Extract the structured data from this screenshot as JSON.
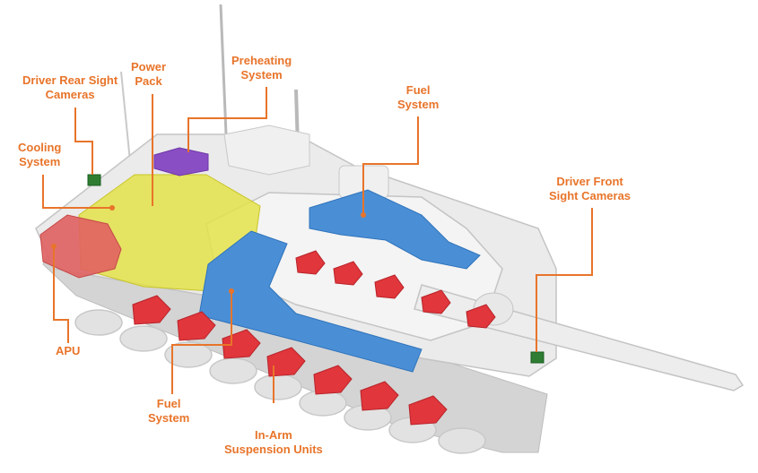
{
  "labels": {
    "driver_rear_cameras": [
      "Driver Rear Sight",
      "Cameras"
    ],
    "power_pack": [
      "Power",
      "Pack"
    ],
    "preheating": [
      "Preheating",
      "System"
    ],
    "fuel_top": [
      "Fuel",
      "System"
    ],
    "cooling": [
      "Cooling",
      "System"
    ],
    "driver_front_cameras": [
      "Driver Front",
      "Sight Cameras"
    ],
    "apu": [
      "APU"
    ],
    "fuel_bottom": [
      "Fuel",
      "System"
    ],
    "suspension": [
      "In-Arm",
      "Suspension Units"
    ]
  },
  "colors": {
    "label": "#e8742a",
    "leader": "#e8742a",
    "tank_body": "#e6e6e6",
    "tank_edge": "#c4c4c4",
    "power_pack": "#e4e24a",
    "fuel": "#4a8fd6",
    "suspension": "#e0363c",
    "apu": "#e06060",
    "preheating": "#8a4ec4",
    "camera": "#2e7d32"
  }
}
